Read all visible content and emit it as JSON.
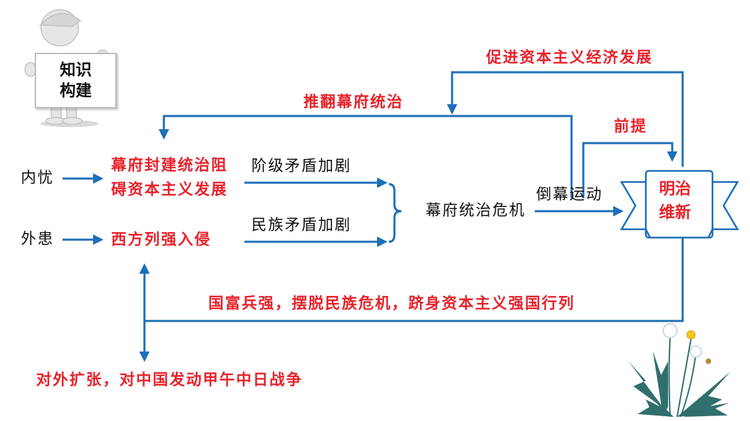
{
  "sign": {
    "line1": "知识",
    "line2": "构建"
  },
  "causes": {
    "internal": "内忧",
    "external": "外患"
  },
  "problems": {
    "domestic_line1": "幕府封建统治阻",
    "domestic_line2": "碍资本主义发展",
    "foreign": "西方列强入侵"
  },
  "edges": {
    "class_conflict": "阶级矛盾加剧",
    "ethnic_conflict": "民族矛盾加剧",
    "overthrow": "推翻幕府统治",
    "promote": "促进资本主义经济发展",
    "premise": "前提",
    "movement": "倒幕运动"
  },
  "crisis": "幕府统治危机",
  "center": {
    "line1": "明治",
    "line2": "维新"
  },
  "result": "国富兵强，摆脱民族危机，跻身资本主义强国行列",
  "expansion": "对外扩张，对中国发动甲午中日战争",
  "colors": {
    "arrow": "#1c6fb8",
    "accent": "#e8222a",
    "banner_fill": "#ffffff"
  }
}
